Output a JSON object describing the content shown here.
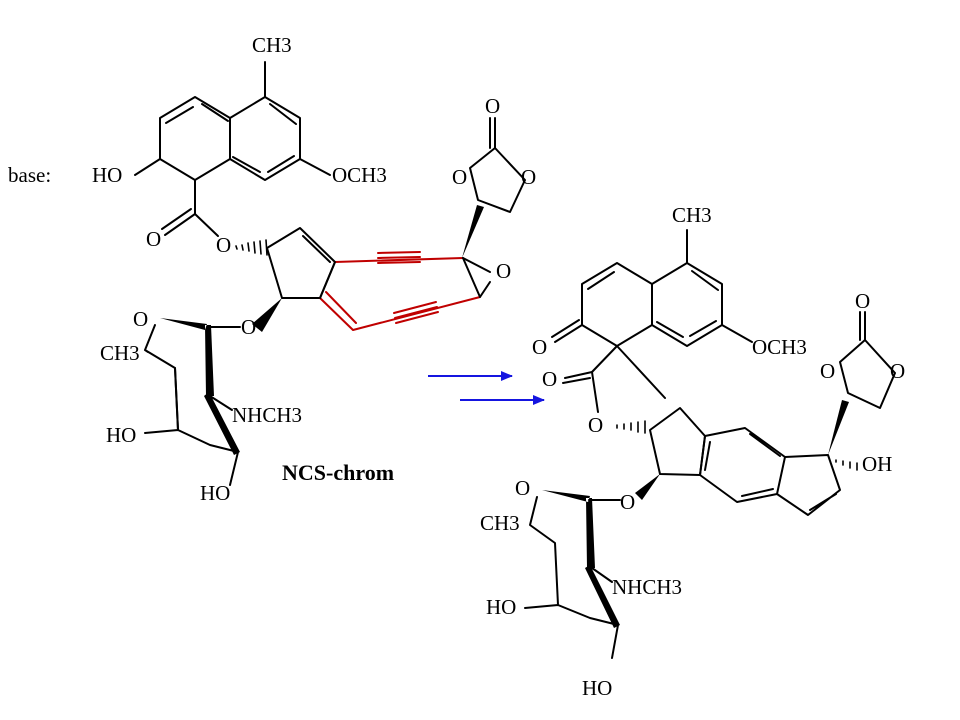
{
  "left_molecule": {
    "prefix_label": "base:",
    "name_label": "NCS-chrom",
    "atom_labels": {
      "ch3_top": "CH3",
      "ho_naphthyl": "HO",
      "och3": "OCH3",
      "carbonyl_o": "O",
      "ester_o": "O",
      "epoxide_o": "O",
      "carbonate_o_top": "O",
      "carbonate_o_left": "O",
      "carbonate_o_right": "O",
      "ring_o_sugar": "O",
      "glycosidic_o": "O",
      "sugar_ch3": "CH3",
      "nhch3": "NHCH3",
      "sugar_ho_3": "HO",
      "sugar_ho_4": "HO"
    }
  },
  "right_molecule": {
    "atom_labels": {
      "ch3_top": "CH3",
      "ketone_o": "O",
      "och3": "OCH3",
      "lactone_carbonyl_o": "O",
      "lactone_o": "O",
      "carbonate_o_top": "O",
      "carbonate_o_left": "O",
      "carbonate_o_right": "O",
      "oh": "OH",
      "ring_o_sugar": "O",
      "glycosidic_o": "O",
      "sugar_ch3": "CH3",
      "nhch3": "NHCH3",
      "sugar_ho_3": "HO",
      "sugar_ho_4": "HO"
    }
  },
  "colors": {
    "bond": "#000000",
    "enediyne_highlight": "#c00000",
    "reaction_arrow": "#1515e0"
  }
}
